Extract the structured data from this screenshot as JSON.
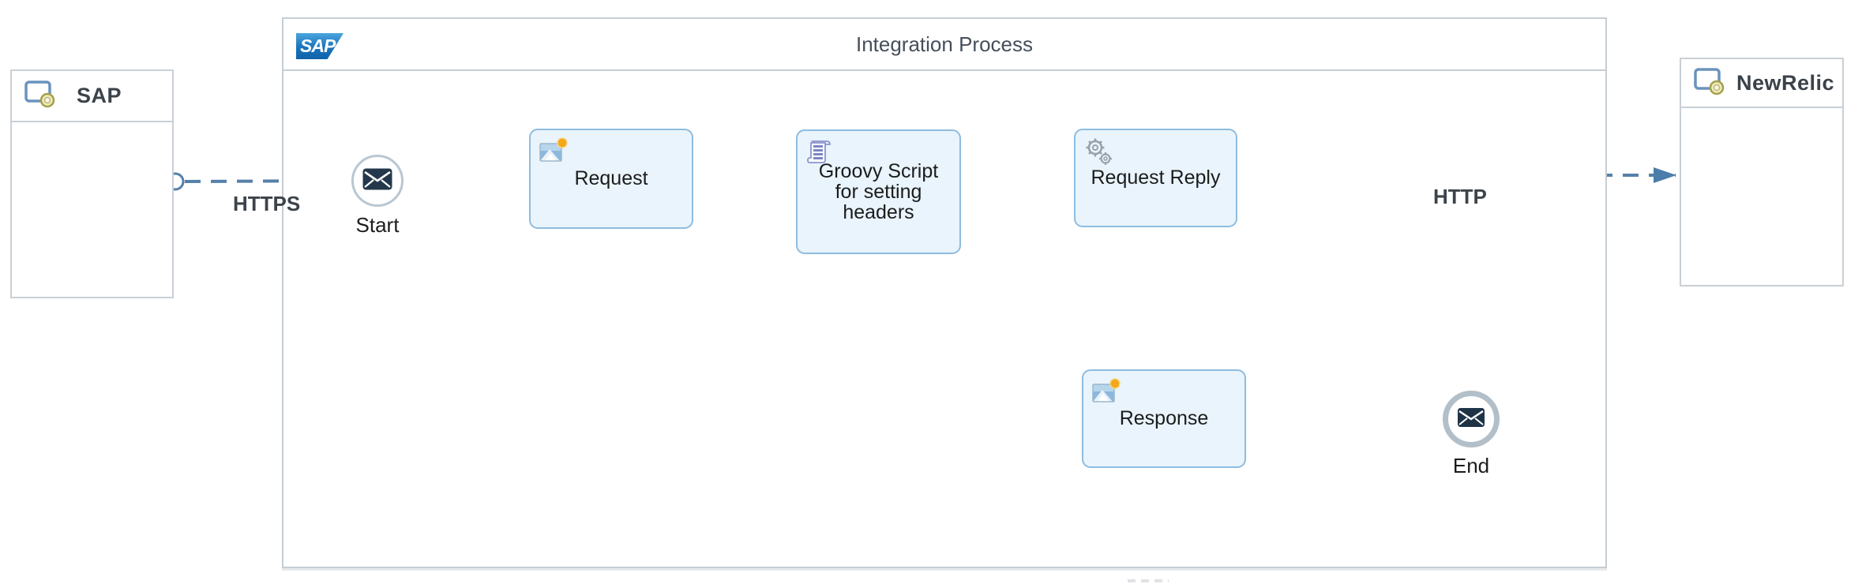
{
  "process": {
    "logo_text": "SAP",
    "title": "Integration Process"
  },
  "participants": {
    "sender": {
      "label": "SAP",
      "icon": "participant-system-icon"
    },
    "receiver": {
      "label": "NewRelic",
      "icon": "participant-system-icon"
    }
  },
  "events": {
    "start": {
      "label": "Start",
      "icon": "message-envelope-icon"
    },
    "end": {
      "label": "End",
      "icon": "message-envelope-icon"
    }
  },
  "tasks": {
    "request": {
      "label": "Request",
      "icon": "content-modifier-icon"
    },
    "groovy": {
      "label": "Groovy Script for setting headers",
      "icon": "script-icon"
    },
    "request_reply": {
      "label": "Request Reply",
      "icon": "gears-icon"
    },
    "response": {
      "label": "Response",
      "icon": "content-modifier-icon"
    }
  },
  "flows": {
    "sender_to_start": {
      "label": "HTTPS",
      "style": "dashed"
    },
    "request_reply_to_receiver": {
      "label": "HTTP",
      "style": "dashed"
    }
  },
  "colors": {
    "flow_blue": "#4b7dab",
    "dashed_blue": "#5580aa",
    "task_fill": "#e9f4fc",
    "task_border": "#8fbcdf",
    "container_border": "#c6cdd3",
    "envelope_dark": "#24384c",
    "sun_orange": "#f2a71c"
  }
}
